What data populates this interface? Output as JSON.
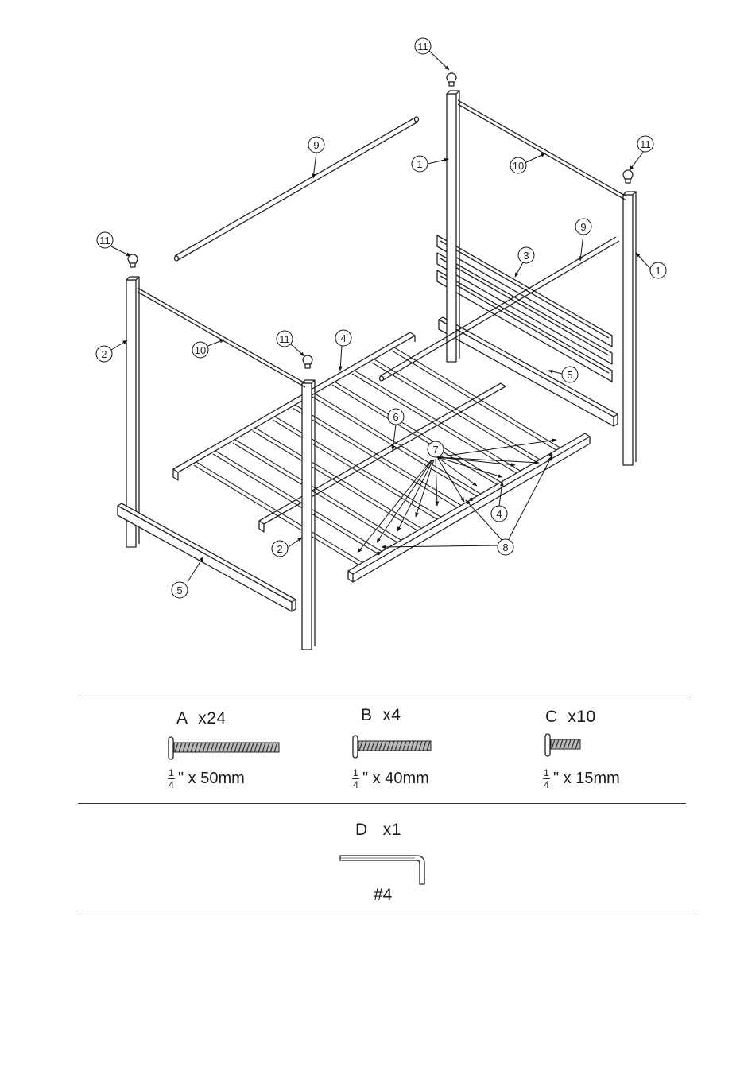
{
  "diagram": {
    "callouts": [
      {
        "id": "c11a",
        "label": "11"
      },
      {
        "id": "c11b",
        "label": "11"
      },
      {
        "id": "c11c",
        "label": "11"
      },
      {
        "id": "c11d",
        "label": "11"
      },
      {
        "id": "c9a",
        "label": "9"
      },
      {
        "id": "c9b",
        "label": "9"
      },
      {
        "id": "c1a",
        "label": "1"
      },
      {
        "id": "c1b",
        "label": "1"
      },
      {
        "id": "c10a",
        "label": "10"
      },
      {
        "id": "c10b",
        "label": "10"
      },
      {
        "id": "c3",
        "label": "3"
      },
      {
        "id": "c2a",
        "label": "2"
      },
      {
        "id": "c2b",
        "label": "2"
      },
      {
        "id": "c4a",
        "label": "4"
      },
      {
        "id": "c4b",
        "label": "4"
      },
      {
        "id": "c5a",
        "label": "5"
      },
      {
        "id": "c5b",
        "label": "5"
      },
      {
        "id": "c6",
        "label": "6"
      },
      {
        "id": "c7",
        "label": "7"
      },
      {
        "id": "c8",
        "label": "8"
      }
    ]
  },
  "hardware": [
    {
      "letter": "A",
      "qty": "x24",
      "frac_num": "1",
      "frac_den": "4",
      "size": "\" x 50mm"
    },
    {
      "letter": "B",
      "qty": "x4",
      "frac_num": "1",
      "frac_den": "4",
      "size": "\" x 40mm"
    },
    {
      "letter": "C",
      "qty": "x10",
      "frac_num": "1",
      "frac_den": "4",
      "size": "\" x 15mm"
    }
  ],
  "tool": {
    "letter": "D",
    "qty": "x1",
    "label": "#4"
  }
}
